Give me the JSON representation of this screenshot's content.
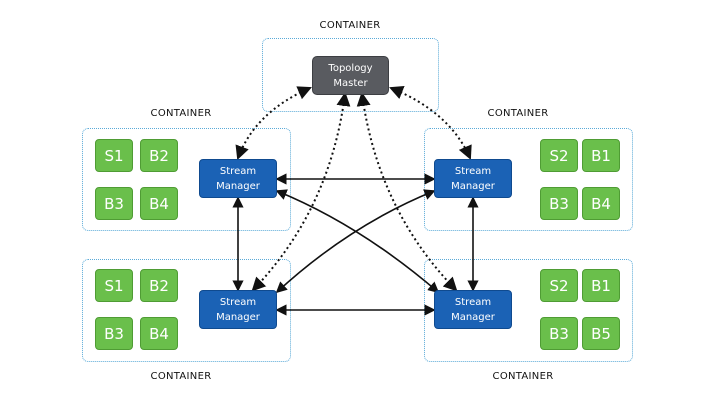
{
  "containers": {
    "top": {
      "label": "CONTAINER"
    },
    "top_left": {
      "label": "CONTAINER"
    },
    "top_right": {
      "label": "CONTAINER"
    },
    "bottom_left": {
      "label": "CONTAINER"
    },
    "bottom_right": {
      "label": "CONTAINER"
    }
  },
  "topology_master": {
    "label": "Topology\nMaster"
  },
  "stream_managers": {
    "top_left": {
      "label": "Stream\nManager"
    },
    "top_right": {
      "label": "Stream\nManager"
    },
    "bottom_left": {
      "label": "Stream\nManager"
    },
    "bottom_right": {
      "label": "Stream\nManager"
    }
  },
  "tasks": {
    "top_left": [
      "S1",
      "B2",
      "B3",
      "B4"
    ],
    "top_right": [
      "S2",
      "B1",
      "B3",
      "B4"
    ],
    "bottom_left": [
      "S1",
      "B2",
      "B3",
      "B4"
    ],
    "bottom_right": [
      "S2",
      "B1",
      "B3",
      "B5"
    ]
  },
  "colors": {
    "container_border": "#5aaad8",
    "topology_master": "#595b60",
    "stream_manager": "#1b62b5",
    "task": "#6abf4b"
  }
}
